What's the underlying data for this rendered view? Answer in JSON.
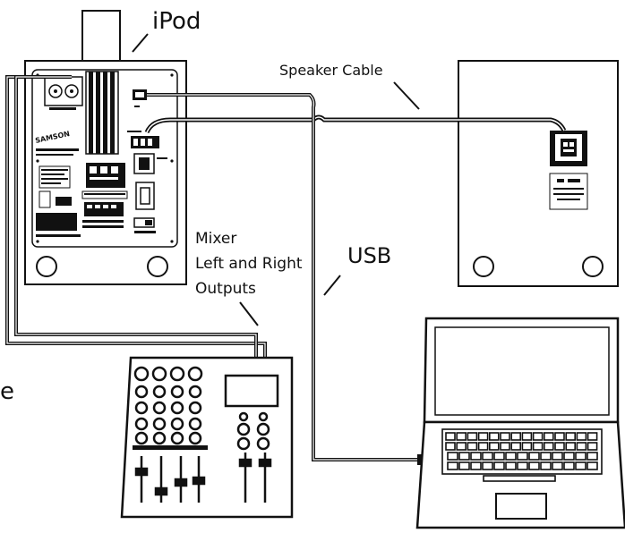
{
  "labels": {
    "ipod": "iPod",
    "speaker_cable": "Speaker Cable",
    "mixer_line1": "Mixer",
    "mixer_line2": "Left and Right",
    "mixer_line3": "Outputs",
    "usb": "USB",
    "edge_fragment": "e"
  },
  "panel_text": {
    "brand": "SAMSON"
  },
  "icons": {
    "ipod": "ipod-device",
    "active_speaker": "active-speaker-rear-panel",
    "passive_speaker": "passive-speaker",
    "mixer": "mixer-console",
    "laptop": "laptop-computer"
  },
  "colors": {
    "line": "#111111",
    "background": "#ffffff"
  }
}
